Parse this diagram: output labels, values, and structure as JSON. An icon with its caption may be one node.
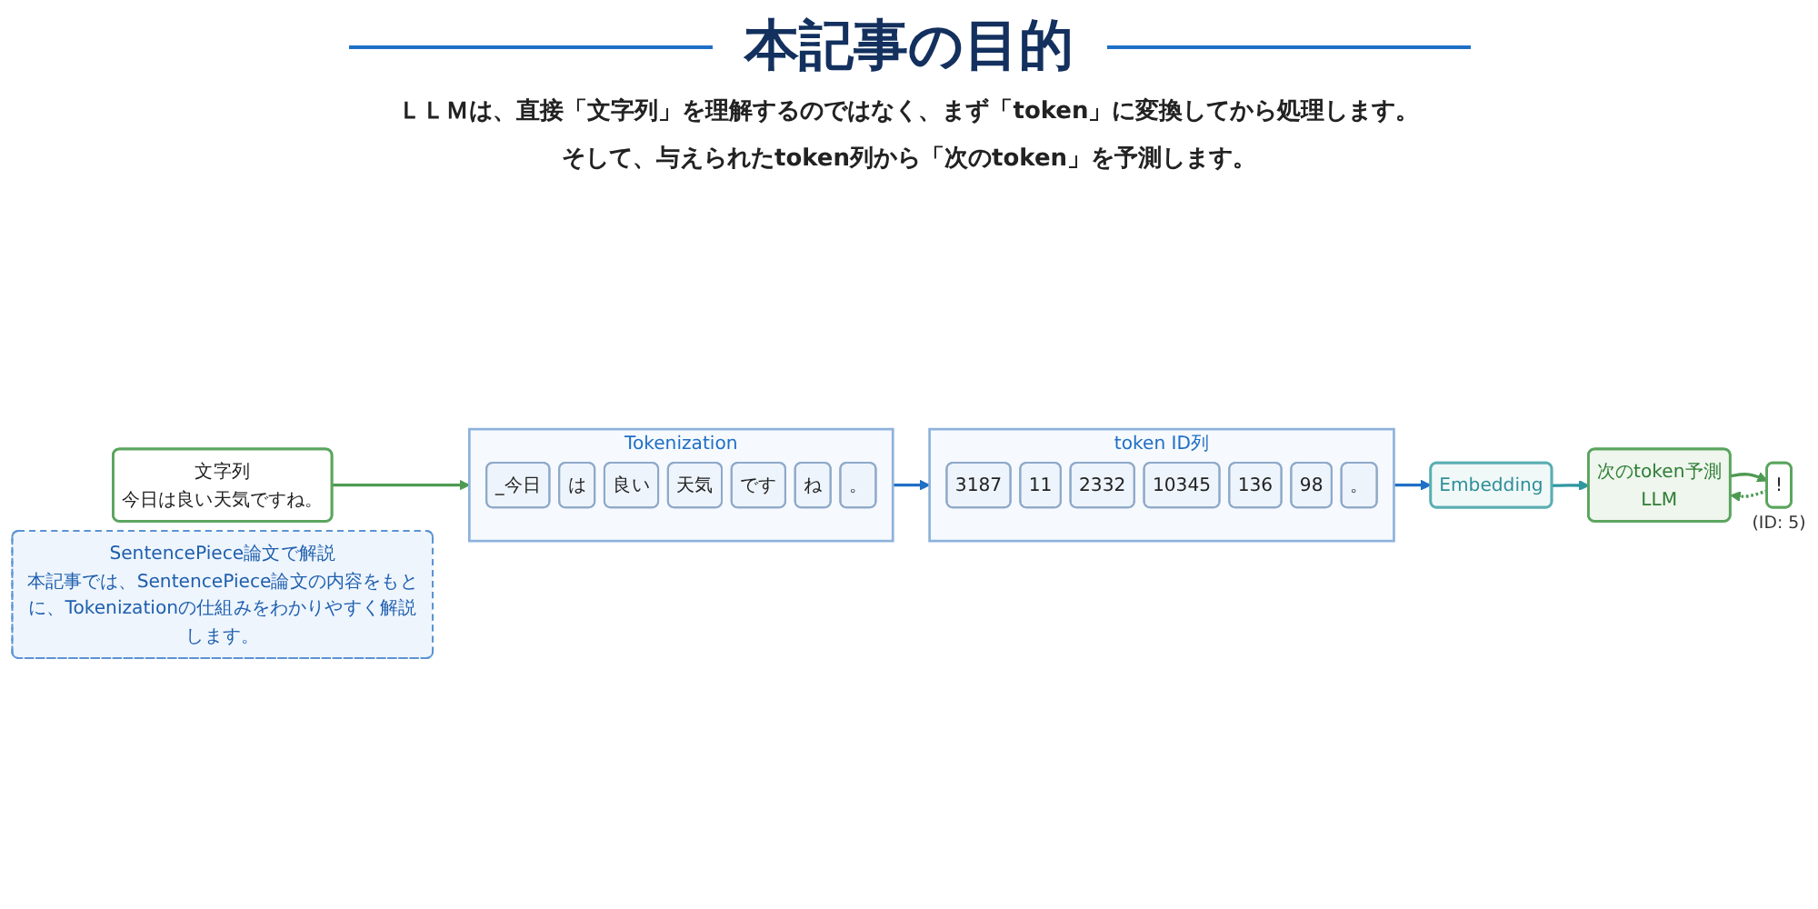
{
  "diagram": {
    "title": "本記事の目的",
    "nodes": [
      {
        "text": [
          "文字列",
          "今日は良い天気ですね。"
        ]
      },
      {
        "text": [
          "Tokenization"
        ]
      },
      {
        "text": [
          "_今日"
        ],
        "in": 1
      },
      {
        "text": [
          "は"
        ],
        "in": 1
      },
      {
        "text": [
          "良い"
        ],
        "in": 1
      },
      {
        "text": [
          "天気"
        ],
        "in": 1
      },
      {
        "text": [
          "です"
        ],
        "in": 1
      },
      {
        "text": [
          "ね"
        ],
        "in": 1
      },
      {
        "text": [
          "。"
        ],
        "in": 1
      },
      {
        "text": [
          "token ID列"
        ]
      },
      {
        "text": [
          "3187"
        ],
        "in": 9
      },
      {
        "text": [
          "11"
        ],
        "in": 9
      },
      {
        "text": [
          "2332"
        ],
        "in": 9
      },
      {
        "text": [
          "10345"
        ],
        "in": 9
      },
      {
        "text": [
          "136"
        ],
        "in": 9
      },
      {
        "text": [
          "98"
        ],
        "in": 9
      },
      {
        "text": [
          "。"
        ],
        "in": 9
      },
      {
        "text": [
          "Embedding"
        ]
      },
      {
        "text": [
          "次のtoken予測",
          "LLM"
        ]
      },
      {
        "text": [
          "!"
        ],
        "beside": [
          "(ID: 5)"
        ]
      },
      {
        "text": [
          "SentencePiece論文で解説",
          "本記事では、SentencePiece論文の内容をもとに、Tokenizationの仕組みをわかりやすく解説します。"
        ]
      }
    ],
    "edges": [
      {
        "from": 0,
        "to": 1,
        "arrow": "to",
        "color": "#4e9a52"
      },
      {
        "from": 1,
        "to": 9,
        "arrow": "to",
        "color": "#1f6fc6"
      },
      {
        "from": 9,
        "to": 17,
        "arrow": "to",
        "color": "#1f6fc6"
      },
      {
        "from": 17,
        "to": 18,
        "arrow": "to",
        "color": "#2f97a2"
      },
      {
        "from": 18,
        "to": 19,
        "arrow": "to",
        "color": "#4e9a52"
      },
      {
        "from": 19,
        "to": 18,
        "arrow": "to",
        "style": "dashed",
        "color": "#4e9a52"
      }
    ],
    "labels": [
      "ＬＬＭは、直接「文字列」を理解するのではなく、まず「token」に変換してから処理します。",
      "そして、与えられたtoken列から「次のtoken」を予測します。"
    ]
  }
}
